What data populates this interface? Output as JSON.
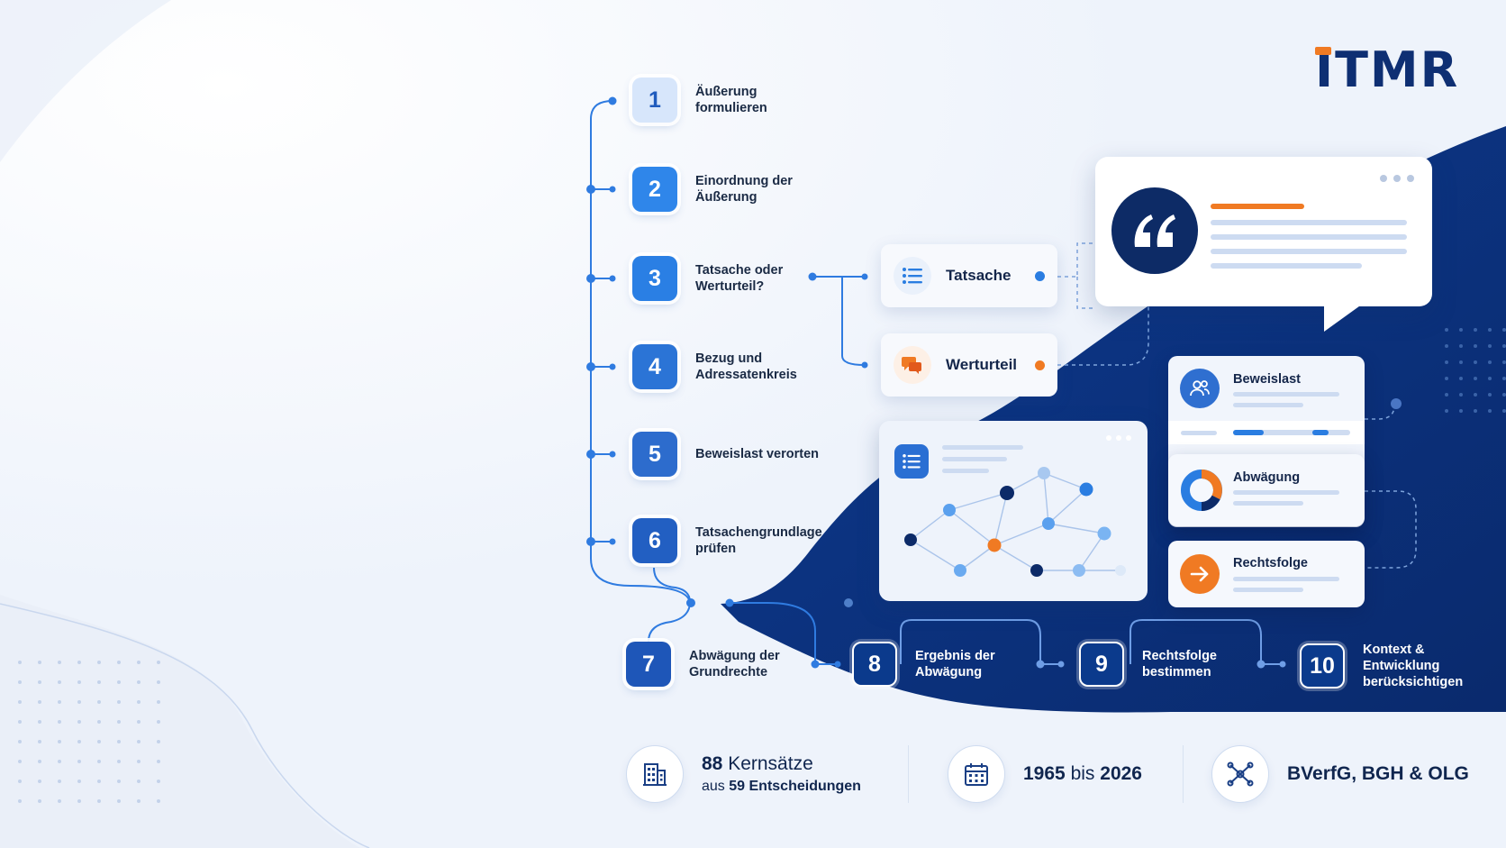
{
  "brand": {
    "logo_text": "ITMR",
    "accent": "#f07a23",
    "navy": "#0b2f7a",
    "blue": "#2a7de1"
  },
  "steps": [
    {
      "num": "1",
      "label": "Äußerung formulieren"
    },
    {
      "num": "2",
      "label": "Einordnung der Äußerung"
    },
    {
      "num": "3",
      "label": "Tatsache oder Werturteil?"
    },
    {
      "num": "4",
      "label": "Bezug und Adressatenkreis"
    },
    {
      "num": "5",
      "label": "Beweislast verorten"
    },
    {
      "num": "6",
      "label": "Tatsachengrundlage prüfen"
    },
    {
      "num": "7",
      "label": "Abwägung der Grundrechte"
    },
    {
      "num": "8",
      "label": "Ergebnis der Abwägung"
    },
    {
      "num": "9",
      "label": "Rechtsfolge bestimmen"
    },
    {
      "num": "10",
      "label": "Kontext & Entwicklung berücksichtigen"
    }
  ],
  "categories": [
    {
      "label": "Tatsache",
      "icon": "list-icon",
      "dot_color": "#2a7de1"
    },
    {
      "label": "Werturteil",
      "icon": "speech-bubbles-icon",
      "dot_color": "#f07a23"
    }
  ],
  "side_cards": [
    {
      "title": "Beweislast",
      "icon": "users-icon"
    },
    {
      "title": "Abwägung",
      "icon": "donut-chart-icon"
    },
    {
      "title": "Rechtsfolge",
      "icon": "arrow-right-icon"
    }
  ],
  "stats": {
    "kernsaetze": {
      "count": "88",
      "word": "Kernsätze",
      "prefix": "aus",
      "decisions": "59",
      "decisions_word": "Entscheidungen"
    },
    "zeitraum": {
      "from": "1965",
      "mid": "bis",
      "to": "2026"
    },
    "gerichte": {
      "text": "BVerfG, BGH & OLG"
    }
  }
}
